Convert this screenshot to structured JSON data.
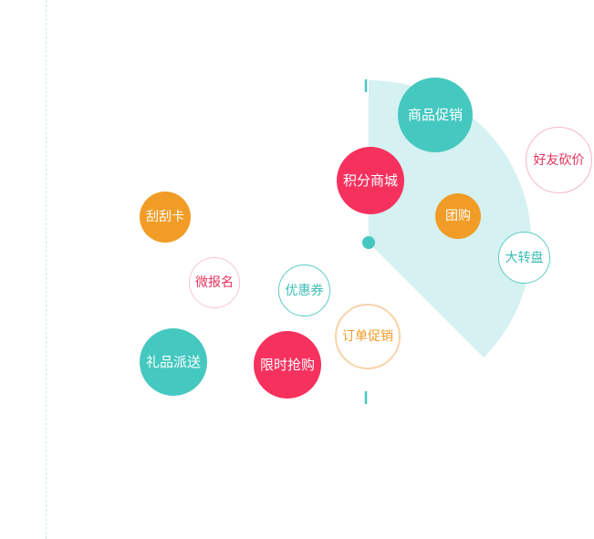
{
  "colors": {
    "teal": "#45c8c0",
    "sector_fill": "#d5f1f1",
    "pink": "#f7315e",
    "orange": "#f19c26",
    "outline_pink_border": "#f7b6c3",
    "outline_pink_text": "#e2345c",
    "outline_teal_border": "#5ccac4",
    "outline_teal_text": "#3cbdb5",
    "outline_orange_border": "#f8d3ab",
    "outline_orange_text": "#f19c26",
    "guide_line": "#cfe9ea"
  },
  "bubbles": {
    "promo": {
      "label": "商品促销",
      "style": "filled",
      "color": "#45c8c0",
      "icon": "none"
    },
    "bargain": {
      "label": "好友砍价",
      "style": "outline",
      "color": "#e2345c",
      "border": "#f7b6c3"
    },
    "mall": {
      "label": "积分商城",
      "style": "filled",
      "color": "#f7315e"
    },
    "scratch": {
      "label": "刮刮卡",
      "style": "filled",
      "color": "#f19c26"
    },
    "group": {
      "label": "团购",
      "style": "filled",
      "color": "#f19c26"
    },
    "wheel": {
      "label": "大转盘",
      "style": "outline",
      "color": "#3cbdb5",
      "border": "#5ccac4"
    },
    "signup": {
      "label": "微报名",
      "style": "outline",
      "color": "#e2345c",
      "border": "#f7c4cf"
    },
    "coupon": {
      "label": "优惠券",
      "style": "outline",
      "color": "#3cbdb5",
      "border": "#5ccac4"
    },
    "order": {
      "label": "订单促销",
      "style": "outline",
      "color": "#f19c26",
      "border": "#f8d3ab"
    },
    "gift": {
      "label": "礼品派送",
      "style": "filled",
      "color": "#45c8c0"
    },
    "flash": {
      "label": "限时抢购",
      "style": "filled",
      "color": "#f7315e"
    }
  }
}
